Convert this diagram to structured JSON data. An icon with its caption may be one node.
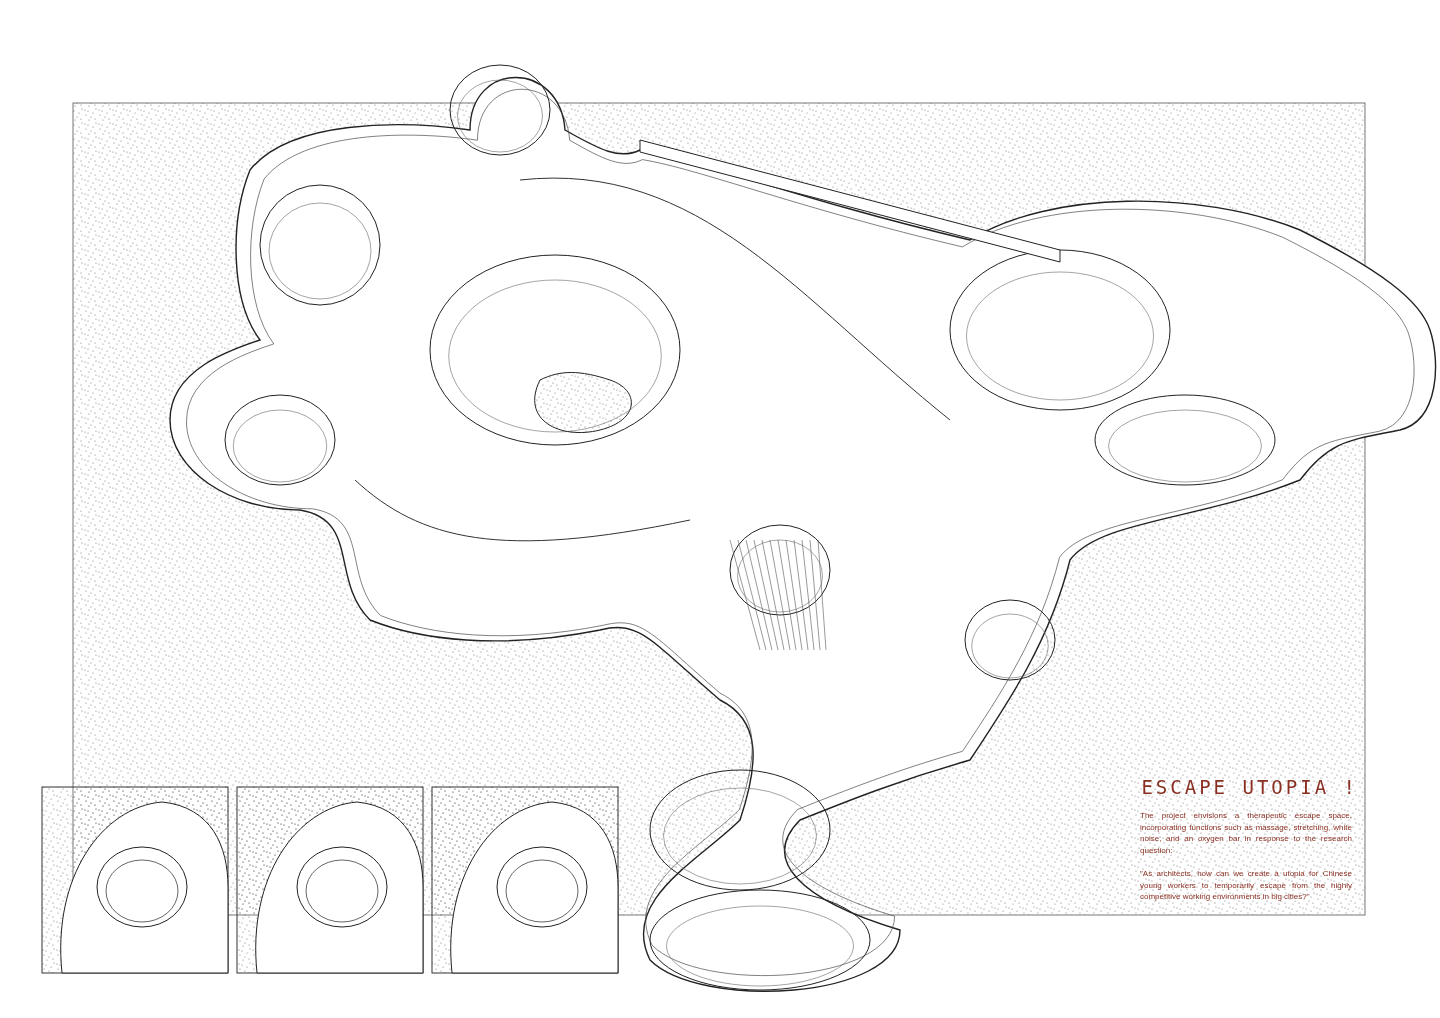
{
  "diagram": {
    "title": "ESCAPE UTOPIA !",
    "labels": [
      "The project envisions a therapeutic escape space, incorporating functions such as massage, stretching, white noise, and an oxygen bar in response to the research question:",
      "\"As architects, how can we create a utopia for Chinese young workers to temporarily escape from the highly competitive working environments in big cities?\""
    ]
  }
}
